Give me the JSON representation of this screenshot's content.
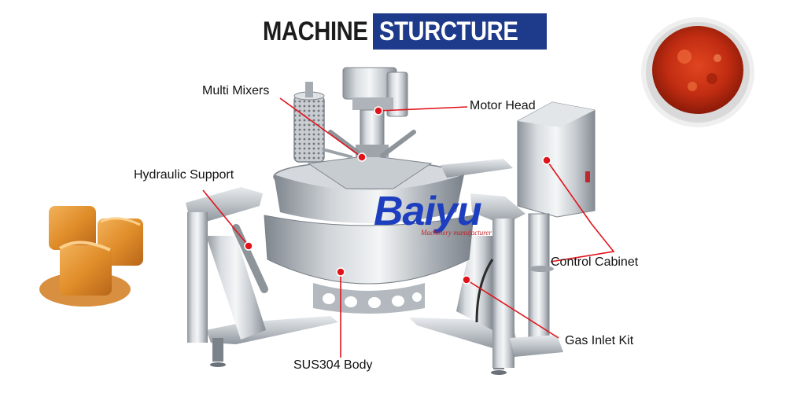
{
  "title": {
    "part1": "MACHINE",
    "part2": "STURCTURE",
    "part2_bg": "#1e3a8a"
  },
  "brand": {
    "name": "Baiyu",
    "tagline": "Machinery manufacturer"
  },
  "labels": {
    "multi_mixers": "Multi Mixers",
    "motor_head": "Motor Head",
    "hydraulic_support": "Hydraulic Support",
    "control_cabinet": "Control Cabinet",
    "sus304_body": "SUS304 Body",
    "gas_inlet_kit": "Gas Inlet Kit"
  },
  "colors": {
    "pointer": "#e0131b",
    "steel": "#b9bec4",
    "brand_blue": "#1d3fbf"
  }
}
